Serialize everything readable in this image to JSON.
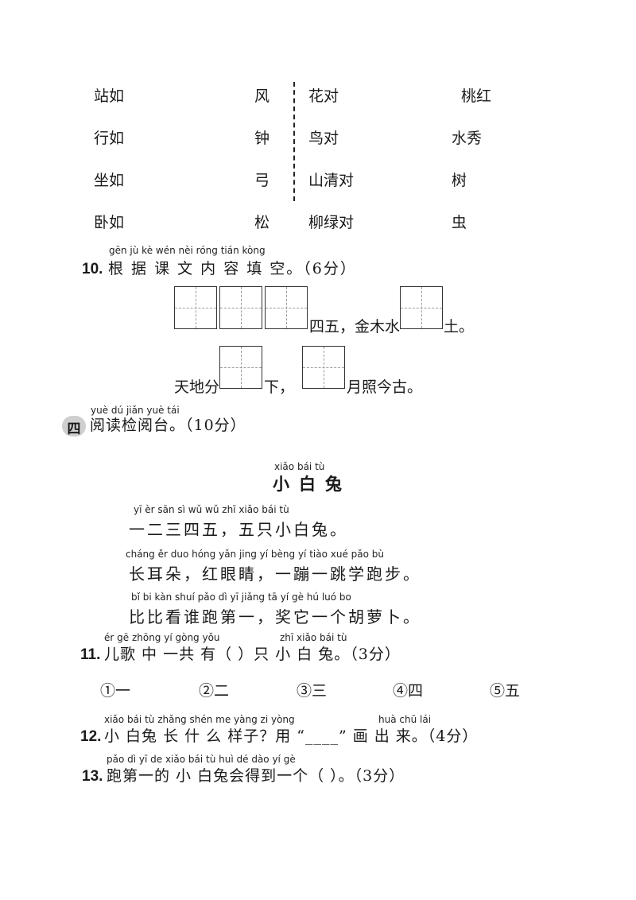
{
  "pairs_left": [
    {
      "a": "站如",
      "b": "风"
    },
    {
      "a": "行如",
      "b": "钟"
    },
    {
      "a": "坐如",
      "b": "弓"
    },
    {
      "a": "卧如",
      "b": "松"
    }
  ],
  "pairs_right": [
    {
      "a": "花对",
      "b": "桃红"
    },
    {
      "a": "鸟对",
      "b": "水秀"
    },
    {
      "a": "山清对",
      "b": "树"
    },
    {
      "a": "柳绿对",
      "b": "虫"
    }
  ],
  "q10": {
    "num": "10.",
    "pinyin": "gēn jù kè wén nèi róng tián kòng",
    "text": "根 据 课 文 内 容 填 空。（6分）",
    "line1_mid": "四五，金木水",
    "line1_end": "土。",
    "line2_start": "天地分",
    "line2_mid": "下，",
    "line2_end": "月照今古。"
  },
  "section4": {
    "badge": "四",
    "pinyin": "yuè dú jiǎn yuè tái",
    "text": "阅读检阅台。（10分）"
  },
  "poem": {
    "title_pinyin": "xiǎo  bái  tù",
    "title": "小白兔",
    "lines": [
      {
        "pinyin": "yī  èr sān  sì  wǔ    wǔ zhī xiǎo bái  tù",
        "text": "一二三四五，五只小白兔。"
      },
      {
        "pinyin": "cháng ěr duo     hóng yǎn jing      yí  bèng yí  tiào xué pǎo  bù",
        "text": "长耳朵，红眼睛，一蹦一跳学跑步。"
      },
      {
        "pinyin": "bǐ   bi  kàn shuí pǎo  dì   yī      jiǎng tā   yí   gè  hú  luó  bo",
        "text": "比比看谁跑第一，奖它一个胡萝卜。"
      }
    ]
  },
  "q11": {
    "num": "11.",
    "pinyin_a": "ér  gē zhōng yí gòng yǒu",
    "pinyin_b": "zhī xiǎo bái  tù",
    "text": "儿歌 中 一共 有（    ）只 小 白 兔。（3分）",
    "options": [
      "①一",
      "②二",
      "③三",
      "④四",
      "⑤五"
    ]
  },
  "q12": {
    "num": "12.",
    "pinyin_a": "xiǎo bái  tù zhǎng shén me yàng zi    yòng",
    "pinyin_b": "huà chū  lái",
    "text": "小 白兔 长  什 么 样子？用 “____” 画 出 来。（4分）"
  },
  "q13": {
    "num": "13.",
    "pinyin": "pǎo dì  yī  de xiǎo bái  tù  huì dé dào yí  gè",
    "text": "跑第一的 小 白兔会得到一个（      ）。（3分）"
  }
}
